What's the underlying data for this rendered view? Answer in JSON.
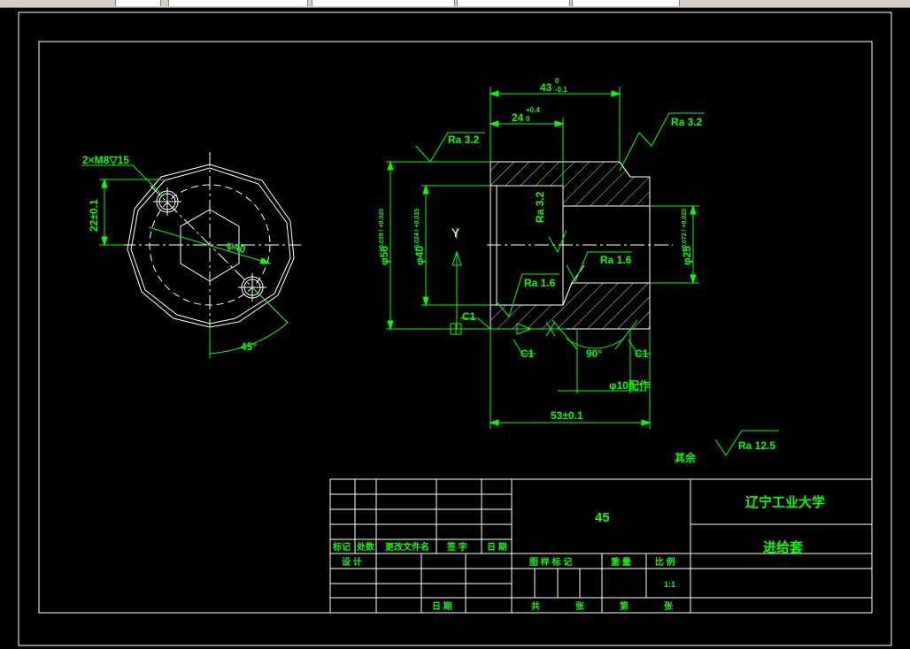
{
  "toolbar": {
    "fields": [
      "",
      "",
      "",
      "",
      ""
    ]
  },
  "drawing": {
    "colors": {
      "background": "#000000",
      "lines": "#ffffff",
      "dimensions": "#00ff00",
      "hatch": "#ffffff"
    },
    "left_view": {
      "thread_note": "2×M8▽15",
      "dim_22": "22±0.1",
      "dim_phi40": "φ40",
      "angle_45": "45°"
    },
    "section_view": {
      "dim_top_43": "43",
      "dim_top_43_tol_up": "0",
      "dim_top_43_tol_dn": "-0.1",
      "dim_24": "24",
      "dim_24_tol_up": "+0.4",
      "dim_24_tol_dn": "0",
      "ra_top_left": "Ra 3.2",
      "ra_top_right": "Ra 3.2",
      "ra_inner": "Ra 3.2",
      "ra_16_right": "Ra 1.6",
      "ra_16_left": "Ra 1.6",
      "dim_phi56": "φ56",
      "dim_phi56_tol": "+0.039 / +0.020",
      "dim_phi40": "φ40",
      "dim_phi40_tol": "+0.024 / +0.015",
      "dim_phi25": "φ25",
      "dim_phi25_tol": "+0.072 / +0.020",
      "c1_left": "C1",
      "c1_bottom": "C1",
      "c1_right": "C1",
      "angle_90": "90°",
      "hole_note": "φ10配作",
      "dim_53": "53±0.1",
      "axis_y": "Y",
      "rest_label": "其余",
      "ra_rest": "Ra 12.5"
    },
    "title_block": {
      "material": "45",
      "school": "辽宁工业大学",
      "part_name": "进给套",
      "rev_headers": [
        "标记",
        "处数",
        "更改文件名",
        "签 字",
        "日 期"
      ],
      "design": "设 计",
      "date": "日 期",
      "stage_mark": "图 样 标 记",
      "weight": "重 量",
      "scale": "比 例",
      "scale_value": "1:1",
      "total": "共",
      "sheets1": "张",
      "sheet_no": "第",
      "sheets2": "张"
    }
  }
}
